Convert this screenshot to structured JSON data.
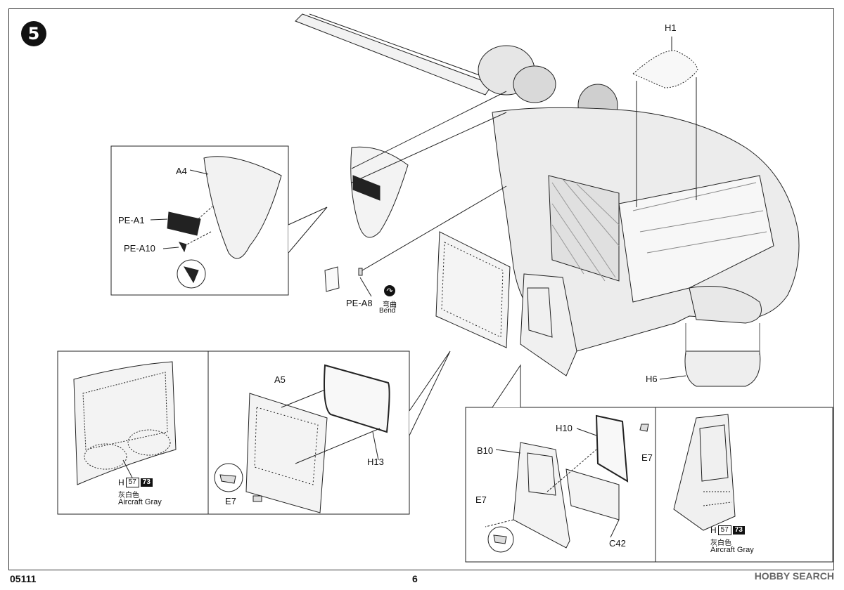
{
  "step": {
    "number": "5"
  },
  "labels": {
    "h1": "H1",
    "a4": "A4",
    "pe_a1": "PE-A1",
    "pe_a10": "PE-A10",
    "pe_a8": "PE-A8",
    "bend_cn": "弯曲",
    "bend_en": "Bend",
    "h6": "H6",
    "a5": "A5",
    "h13": "H13",
    "e7_left": "E7",
    "h10": "H10",
    "b10": "B10",
    "e7_right_top": "E7",
    "e7_right_bottom": "E7",
    "c42": "C42"
  },
  "paint_left": {
    "prefix": "H",
    "code1": "57",
    "code2": "73",
    "name_cn": "灰白色",
    "name_en": "Aircraft Gray"
  },
  "paint_right": {
    "prefix": "H",
    "code1": "57",
    "code2": "73",
    "name_cn": "灰白色",
    "name_en": "Aircraft Gray"
  },
  "footer": {
    "kit_number": "05111",
    "page_number": "6",
    "watermark": "HOBBY SEARCH"
  },
  "icons": {
    "bend": "bend-arrow-icon",
    "step": "step-number-badge"
  }
}
